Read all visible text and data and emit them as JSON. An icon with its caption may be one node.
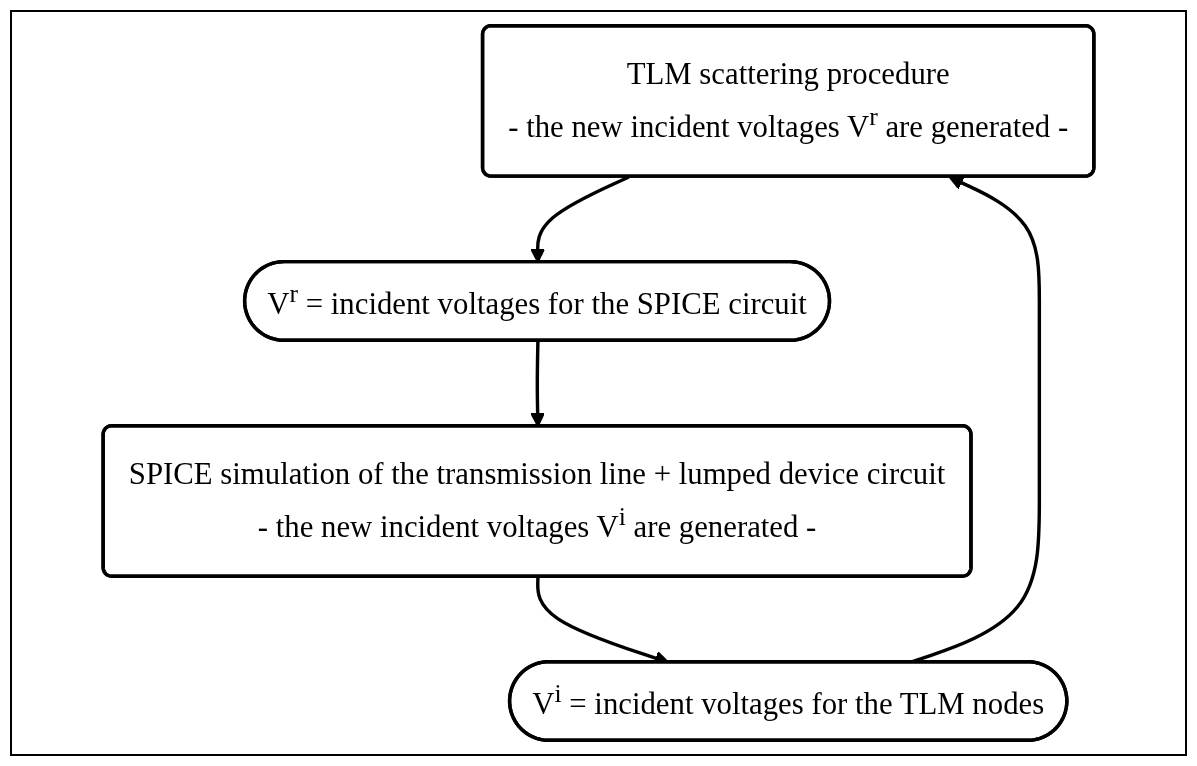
{
  "diagram": {
    "nodes": [
      {
        "text": [
          "TLM scattering procedure",
          "- the new incident voltages V$^{r}$ are generated -"
        ]
      },
      {
        "text": [
          "V$^{r}$ = incident voltages for the SPICE circuit"
        ]
      },
      {
        "text": [
          "SPICE simulation of the transmission line + lumped device circuit",
          "- the new incident voltages V$^{i}$ are generated -"
        ]
      },
      {
        "text": [
          "V$^{i}$ = incident voltages for the TLM nodes"
        ]
      }
    ],
    "edges": [
      {
        "from": 0,
        "to": 1,
        "arrow": "to"
      },
      {
        "from": 1,
        "to": 2,
        "arrow": "to"
      },
      {
        "from": 2,
        "to": 3,
        "arrow": "to"
      },
      {
        "from": 3,
        "to": 0,
        "arrow": "to"
      }
    ]
  }
}
